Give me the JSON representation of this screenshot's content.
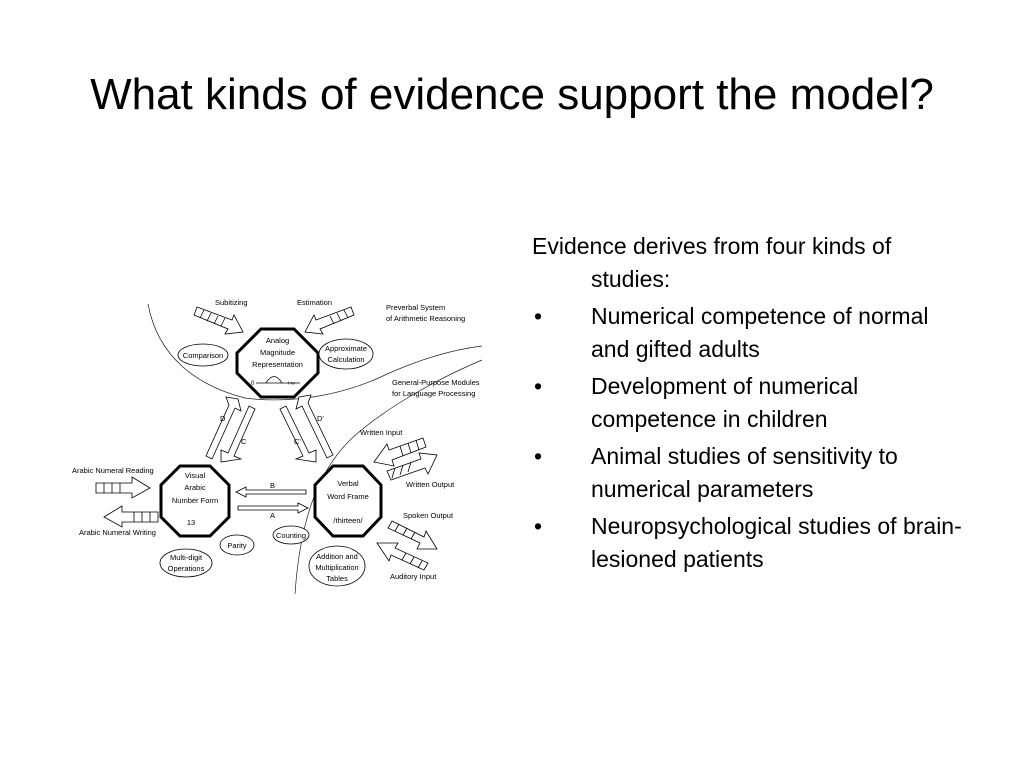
{
  "slide": {
    "title": "What kinds of evidence support the model?"
  },
  "diagram": {
    "regions": {
      "preverbal": [
        "Preverbal System",
        "of Arithmetic Reasoning"
      ],
      "language": [
        "General-Purpose Modules",
        "for Language Processing"
      ]
    },
    "modules": {
      "analog": [
        "Analog",
        "Magnitude",
        "Representation"
      ],
      "analog_scale": [
        "0",
        "+∞"
      ],
      "visual": [
        "Visual",
        "Arabic",
        "Number Form"
      ],
      "visual_example": "13",
      "verbal": [
        "Verbal",
        "Word Frame"
      ],
      "verbal_example": "/thirteen/"
    },
    "functions": {
      "comparison": "Comparison",
      "approximate": [
        "Approximate",
        "Calculation"
      ],
      "parity": "Parity",
      "multidigit": [
        "Multi-digit",
        "Operations"
      ],
      "counting": "Counting",
      "tables": [
        "Addition and",
        "Multiplication",
        "Tables"
      ]
    },
    "io": {
      "subitizing": "Subitizing",
      "estimation": "Estimation",
      "arabic_reading": "Arabic Numeral Reading",
      "arabic_writing": "Arabic Numeral Writing",
      "written_input": "Written Input",
      "written_output": "Written Output",
      "spoken_output": "Spoken Output",
      "auditory_input": "Auditory Input"
    },
    "routes": {
      "a": "A",
      "b": "B",
      "c": "C",
      "c_prime": "C'",
      "d": "D",
      "d_prime": "D'"
    }
  },
  "evidence": {
    "intro": "Evidence derives from four kinds of studies:",
    "bullet_symbol": "•",
    "items": [
      "Numerical competence of normal and gifted adults",
      "Development of numerical competence in children",
      "Animal studies of sensitivity to numerical parameters",
      "Neuropsychological studies of brain-lesioned patients"
    ]
  }
}
